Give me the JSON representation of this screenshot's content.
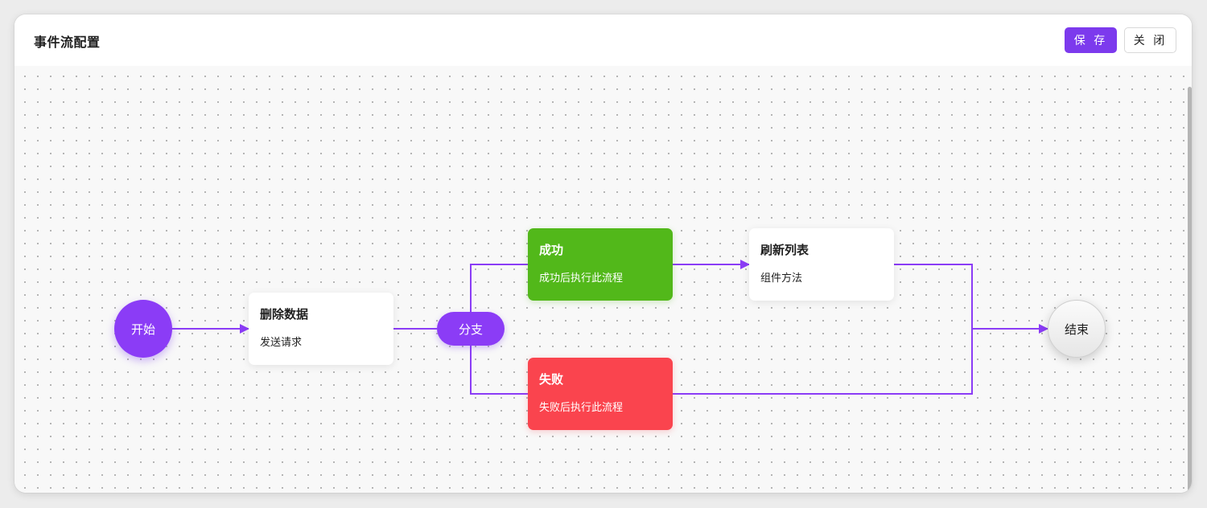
{
  "header": {
    "title": "事件流配置",
    "save_label": "保 存",
    "close_label": "关 闭"
  },
  "nodes": {
    "start": {
      "label": "开始"
    },
    "delete": {
      "title": "删除数据",
      "subtitle": "发送请求"
    },
    "branch": {
      "label": "分支"
    },
    "success": {
      "title": "成功",
      "subtitle": "成功后执行此流程"
    },
    "fail": {
      "title": "失败",
      "subtitle": "失败后执行此流程"
    },
    "refresh": {
      "title": "刷新列表",
      "subtitle": "组件方法"
    },
    "end": {
      "label": "结束"
    }
  },
  "colors": {
    "accent": "#7c3aed",
    "edge": "#8b3cf6",
    "success": "#52b81a",
    "fail": "#fa444e"
  }
}
